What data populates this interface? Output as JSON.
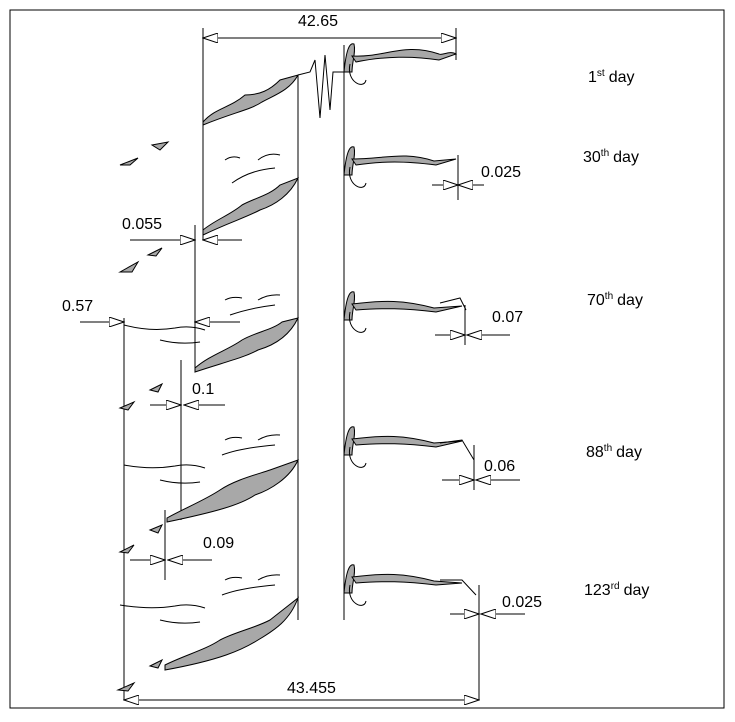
{
  "dimensions": {
    "top_total": "42.65",
    "bottom_total": "43.455",
    "right_d30": "0.025",
    "left_d30": "0.055",
    "left_d70": "0.57",
    "right_d70": "0.07",
    "left_d88": "0.1",
    "right_d88": "0.06",
    "left_d123": "0.09",
    "right_d123": "0.025"
  },
  "days": [
    {
      "num": "1",
      "sup": "st",
      "word": "day"
    },
    {
      "num": "30",
      "sup": "th",
      "word": "day"
    },
    {
      "num": "70",
      "sup": "th",
      "word": "day"
    },
    {
      "num": "88",
      "sup": "th",
      "word": "day"
    },
    {
      "num": "123",
      "sup": "rd",
      "word": "day"
    }
  ],
  "colors": {
    "fill": "#a8a8a8",
    "line": "#000000"
  }
}
